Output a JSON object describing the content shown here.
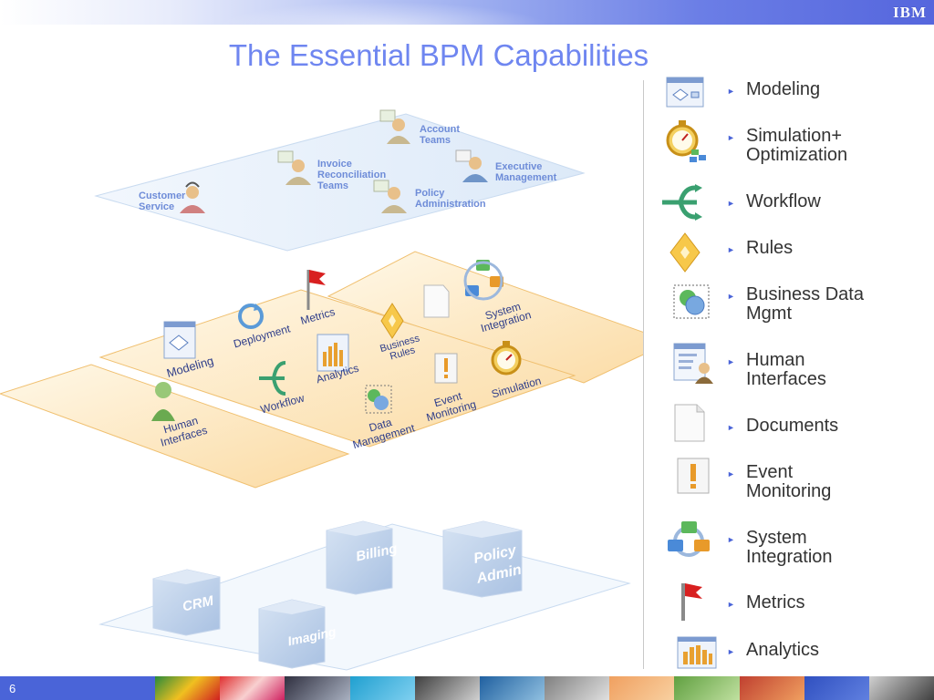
{
  "header": {
    "logo": "IBM",
    "title": "The Essential BPM Capabilities"
  },
  "roles": {
    "account_teams": "Account Teams",
    "invoice_reconciliation": "Invoice Reconciliation Teams",
    "executive_management": "Executive Management",
    "customer_service": "Customer Service",
    "policy_administration": "Policy Administration"
  },
  "layer_labels": {
    "metrics": "Metrics",
    "deployment": "Deployment",
    "modeling": "Modeling",
    "system_integration": "System Integration",
    "business_rules": "Business Rules",
    "analytics": "Analytics",
    "workflow": "Workflow",
    "event_monitoring": "Event Monitoring",
    "simulation": "Simulation",
    "data_management": "Data Management",
    "human_interfaces": "Human Interfaces"
  },
  "systems": {
    "billing": "Billing",
    "policy_admin": "Policy Admin",
    "crm": "CRM",
    "imaging": "Imaging"
  },
  "capabilities": [
    {
      "label": "Modeling",
      "icon": "modeling-icon"
    },
    {
      "label": "Simulation+\nOptimization",
      "icon": "stopwatch-icon"
    },
    {
      "label": "Workflow",
      "icon": "workflow-arrows-icon"
    },
    {
      "label": "Rules",
      "icon": "diamond-icon"
    },
    {
      "label": "Business Data\nMgmt",
      "icon": "data-circles-icon"
    },
    {
      "label": "Human\nInterfaces",
      "icon": "form-person-icon"
    },
    {
      "label": "Documents",
      "icon": "document-icon"
    },
    {
      "label": "Event\nMonitoring",
      "icon": "exclamation-icon"
    },
    {
      "label": "System\nIntegration",
      "icon": "cycle-icon"
    },
    {
      "label": "Metrics",
      "icon": "flag-icon"
    },
    {
      "label": "Analytics",
      "icon": "bar-chart-icon"
    }
  ],
  "footer": {
    "page_number": "6"
  },
  "colors": {
    "title": "#6f86f0",
    "bar": "#4a64d8",
    "layer_fill": "#fce6b8",
    "roles_plane": "#e6f0fb",
    "systems": "#b8cde8"
  }
}
